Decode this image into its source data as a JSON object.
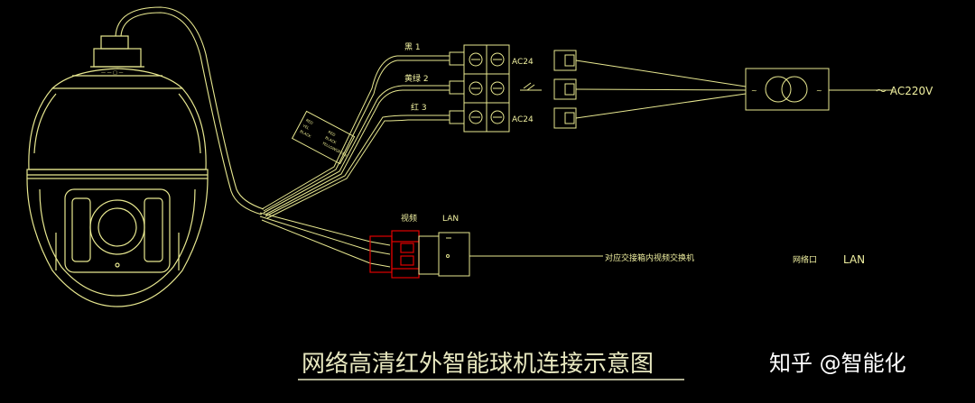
{
  "colors": {
    "background": "#000000",
    "line": "#e8e890",
    "connector": "#e00000",
    "text": "#f0f0a0",
    "title": "#e8e8c0",
    "watermark": "#ffffff"
  },
  "wires": {
    "black": "黑 1",
    "yellow_green": "黄绿 2",
    "red": "红 3"
  },
  "terminals": {
    "top": "AC24",
    "bottom": "AC24"
  },
  "mains": "～ AC220V",
  "tag": {
    "line1": "RED",
    "line2": "YEL",
    "line3": "BLACK",
    "line4": "RED",
    "line5": "BLACK",
    "line6": "YELLOWGREEN"
  },
  "connector": {
    "video_label": "视频",
    "lan_label": "LAN"
  },
  "switch_label": "对应交接箱内视频交换机",
  "network_port": "网络口",
  "network_lan": "LAN",
  "title": "网络高清红外智能球机连接示意图",
  "watermark": "知乎 @智能化"
}
